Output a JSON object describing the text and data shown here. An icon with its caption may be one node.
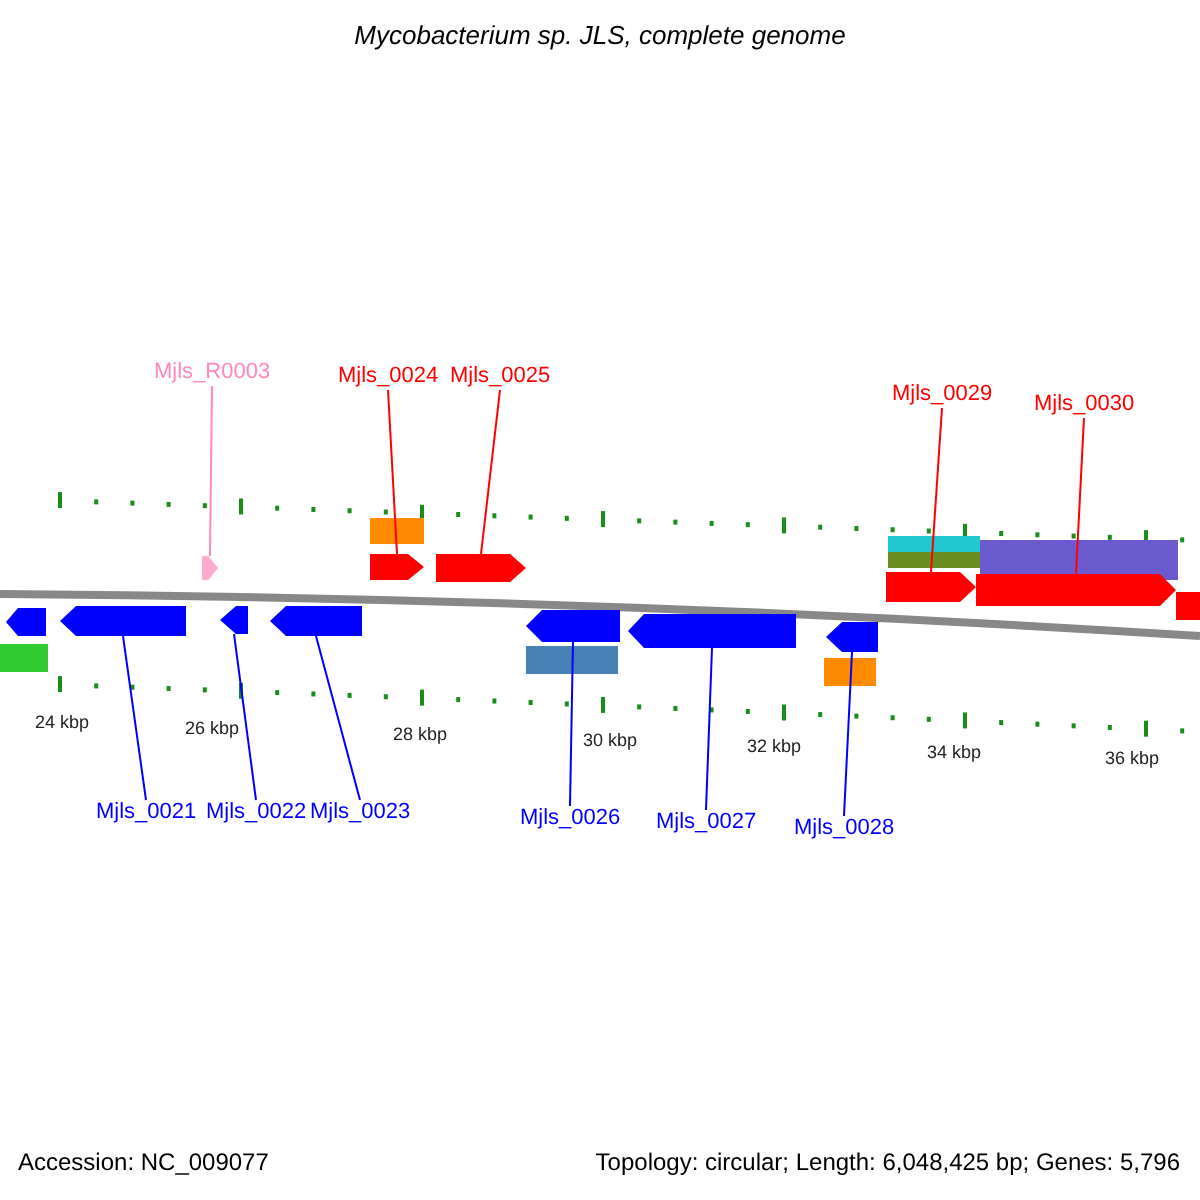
{
  "diagram": {
    "title": "Mycobacterium sp. JLS, complete genome",
    "nodes": [
      {
        "text": [
          "Mjls_R0003"
        ]
      },
      {
        "text": [
          "Mjls_0024"
        ]
      },
      {
        "text": [
          "Mjls_0025"
        ]
      },
      {
        "text": [
          "Mjls_0029"
        ]
      },
      {
        "text": [
          "Mjls_0030"
        ]
      },
      {
        "text": [],
        "shape": "bar"
      },
      {
        "text": [],
        "shape": "bar"
      },
      {
        "text": [],
        "shape": "bar"
      },
      {
        "text": [],
        "shape": "bar"
      },
      {
        "text": [],
        "shape": "bar"
      },
      {
        "text": [],
        "shape": "bar"
      },
      {
        "text": [],
        "shape": "bar"
      },
      {
        "text": [],
        "shape": "bar"
      },
      {
        "text": [],
        "shape": "bar"
      },
      {
        "text": [],
        "shape": "bar"
      },
      {
        "text": [],
        "shape": "bar"
      },
      {
        "text": [
          "Mjls_0021"
        ]
      },
      {
        "text": [
          "Mjls_0022"
        ]
      },
      {
        "text": [
          "Mjls_0023"
        ]
      },
      {
        "text": [
          "Mjls_0026"
        ]
      },
      {
        "text": [
          "Mjls_0027"
        ]
      },
      {
        "text": [
          "Mjls_0028"
        ]
      }
    ],
    "edges": [
      {
        "from": 0,
        "to": 5,
        "arrow": "none",
        "color": "#ff88bb"
      },
      {
        "from": 1,
        "to": 6,
        "arrow": "none",
        "color": "#ff0000"
      },
      {
        "from": 2,
        "to": 7,
        "arrow": "none",
        "color": "#ff0000"
      },
      {
        "from": 3,
        "to": 8,
        "arrow": "none",
        "color": "#ff0000"
      },
      {
        "from": 4,
        "to": 9,
        "arrow": "none",
        "color": "#ff0000"
      },
      {
        "from": 16,
        "to": 10,
        "arrow": "none"
      },
      {
        "from": 17,
        "to": 11,
        "arrow": "none"
      },
      {
        "from": 18,
        "to": 12,
        "arrow": "none"
      },
      {
        "from": 19,
        "to": 13,
        "arrow": "none"
      },
      {
        "from": 20,
        "to": 14,
        "arrow": "none"
      },
      {
        "from": 21,
        "to": 15,
        "arrow": "none"
      }
    ],
    "labels": [
      "24 kbp",
      "26 kbp",
      "28 kbp",
      "30 kbp",
      "32 kbp",
      "34 kbp",
      "36 kbp",
      "Accession: NC_009077",
      "Topology: circular; Length: 6,048,425 bp; Genes: 5,796"
    ]
  }
}
